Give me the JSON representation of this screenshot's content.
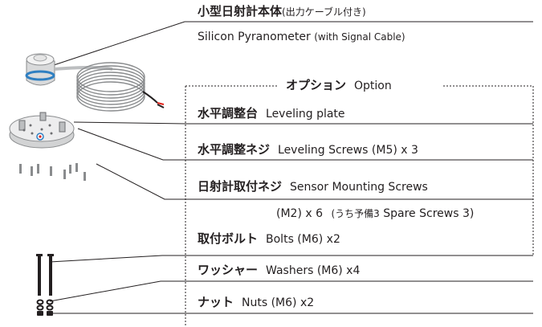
{
  "main_unit": {
    "jp": "小型日射計本体",
    "jp_note": "(出力ケーブル付き)",
    "en": "Silicon Pyranometer",
    "en_note": "(with Signal Cable)"
  },
  "option_header": {
    "jp": "オプション",
    "en": "Option"
  },
  "items": [
    {
      "jp": "水平調整台",
      "en": "Leveling plate"
    },
    {
      "jp": "水平調整ネジ",
      "en": "Leveling Screws (M5) x 3"
    },
    {
      "jp": "日射計取付ネジ",
      "en": "Sensor Mounting Screws",
      "line2": "(M2) x 6",
      "note_jp": "(うち予備3",
      "note_en": "Spare Screws 3)"
    },
    {
      "jp": "取付ボルト",
      "en": "Bolts (M6) x2"
    },
    {
      "jp": "ワッシャー",
      "en": "Washers (M6) x4"
    },
    {
      "jp": "ナット",
      "en": "Nuts (M6) x2"
    }
  ],
  "colors": {
    "text": "#231f20",
    "line": "#231f20",
    "accent_blue": "#2f7fc1",
    "accent_red": "#e1251b"
  }
}
